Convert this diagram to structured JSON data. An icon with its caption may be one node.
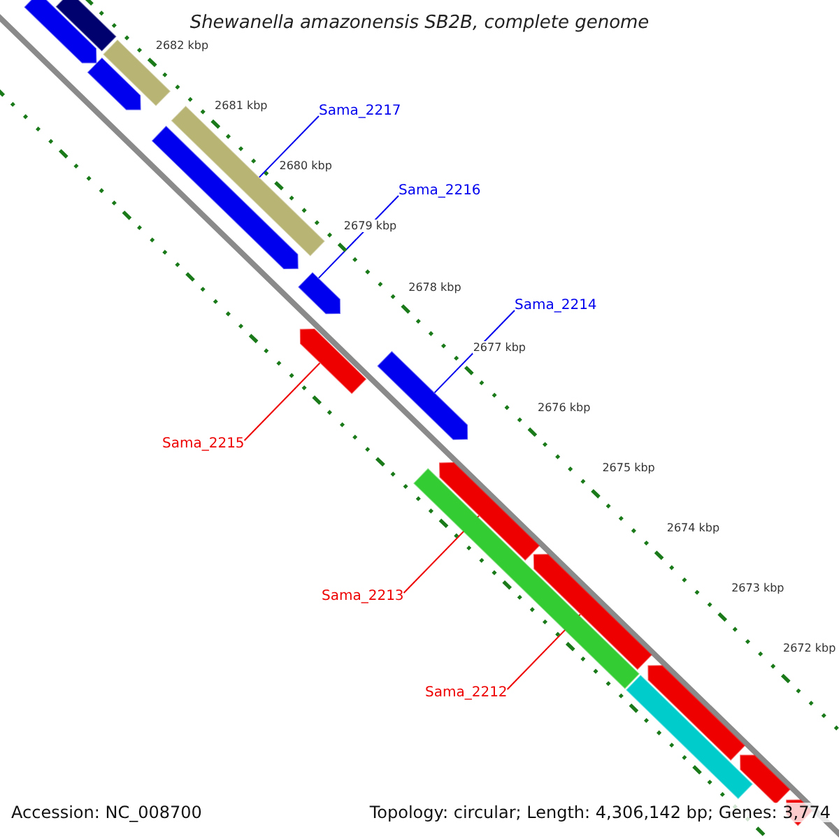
{
  "diagram": {
    "title": "Shewanella amazonensis SB2B, complete genome",
    "nodes": [
      {
        "text": [
          "Sama_2217"
        ]
      },
      {
        "text": [
          "Sama_2216"
        ]
      },
      {
        "text": [
          "Sama_2214"
        ]
      },
      {
        "text": [
          "Sama_2215"
        ]
      },
      {
        "text": [
          "Sama_2213"
        ]
      },
      {
        "text": [
          "Sama_2212"
        ]
      },
      {
        "text": [],
        "shape": "arrow"
      },
      {
        "text": [],
        "shape": "bar"
      },
      {
        "text": [],
        "shape": "bar"
      },
      {
        "text": [],
        "shape": "arrow"
      },
      {
        "text": [],
        "shape": "bar"
      },
      {
        "text": [],
        "shape": "arrow"
      },
      {
        "text": [],
        "shape": "arrow"
      },
      {
        "text": [],
        "shape": "arrow"
      },
      {
        "text": [],
        "shape": "arrow"
      },
      {
        "text": [],
        "shape": "arrow"
      },
      {
        "text": [],
        "shape": "bar"
      },
      {
        "text": [],
        "shape": "arrow"
      },
      {
        "text": [],
        "shape": "arrow"
      },
      {
        "text": [],
        "shape": "bar"
      },
      {
        "text": [],
        "shape": "arrow"
      },
      {
        "text": [],
        "shape": "arrow"
      }
    ],
    "edges": [
      {
        "from": 0,
        "to": 10,
        "arrow": "none"
      },
      {
        "from": 1,
        "to": 12,
        "arrow": "none"
      },
      {
        "from": 2,
        "to": 14,
        "arrow": "none"
      },
      {
        "from": 3,
        "to": 13,
        "arrow": "none",
        "color": "#ee0000"
      },
      {
        "from": 4,
        "to": 15,
        "arrow": "none",
        "color": "#ee0000"
      },
      {
        "from": 5,
        "to": 17,
        "arrow": "none",
        "color": "#ee0000"
      }
    ],
    "labels": [
      "2682 kbp",
      "2681 kbp",
      "2680 kbp",
      "2679 kbp",
      "2678 kbp",
      "2677 kbp",
      "2676 kbp",
      "2675 kbp",
      "2674 kbp",
      "2673 kbp",
      "2672 kbp",
      "Accession: NC_008700",
      "Topology: circular; Length: 4,306,142 bp; Genes: 3,774"
    ]
  }
}
